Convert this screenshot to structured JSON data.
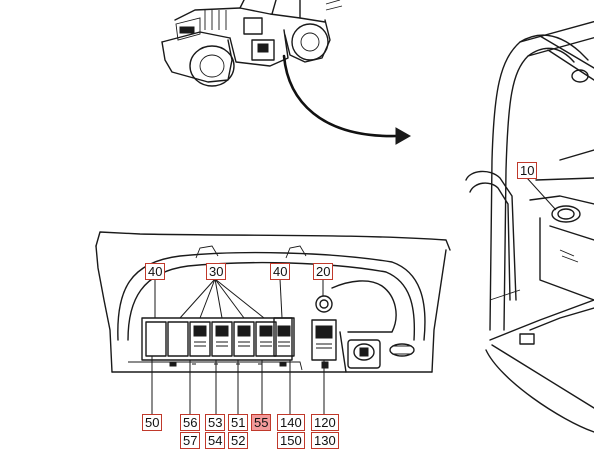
{
  "callouts": {
    "c40a": "40",
    "c30": "30",
    "c40b": "40",
    "c20": "20",
    "c10": "10",
    "c50": "50",
    "c56": "56",
    "c57": "57",
    "c53": "53",
    "c54": "54",
    "c51": "51",
    "c52": "52",
    "c55": "55",
    "c140": "140",
    "c150": "150",
    "c120": "120",
    "c130": "130"
  },
  "colors": {
    "callout_border": "#c0392b",
    "highlight_fill": "#f39a9a",
    "line": "#1a1a1a"
  },
  "highlighted": "55"
}
